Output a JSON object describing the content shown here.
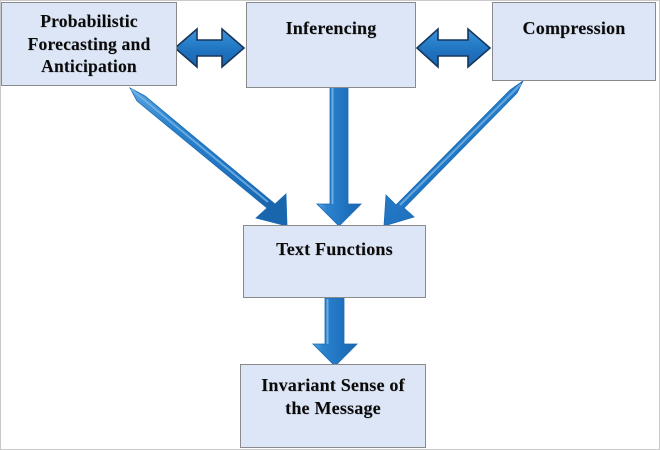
{
  "diagram": {
    "title": "Text Functions Process Diagram",
    "colors": {
      "node_fill": "#dce6f7",
      "node_border": "#8a8a8a",
      "arrow_fill": "#2379c7",
      "arrow_outline": "#1b3f70",
      "arrow_highlight": "#5ba3e0",
      "background": "#ffffff",
      "text": "#0a0a0a"
    },
    "nodes": [
      {
        "id": "forecasting",
        "label": "Probabilistic Forecasting and Anticipation",
        "lines": [
          "Probabilistic",
          "Forecasting and",
          "Anticipation"
        ]
      },
      {
        "id": "inferencing",
        "label": "Inferencing",
        "lines": [
          "Inferencing"
        ]
      },
      {
        "id": "compression",
        "label": "Compression",
        "lines": [
          "Compression"
        ]
      },
      {
        "id": "text-functions",
        "label": "Text Functions",
        "lines": [
          "Text Functions"
        ]
      },
      {
        "id": "invariant-sense",
        "label": "Invariant Sense of the Message",
        "lines": [
          "Invariant Sense of",
          "the Message"
        ]
      }
    ],
    "edges": [
      {
        "id": "forecasting-inferencing",
        "from": "forecasting",
        "to": "inferencing",
        "kind": "double-headed-horizontal"
      },
      {
        "id": "inferencing-compression",
        "from": "inferencing",
        "to": "compression",
        "kind": "double-headed-horizontal"
      },
      {
        "id": "forecasting-textfn",
        "from": "forecasting",
        "to": "text-functions",
        "kind": "single-headed-diagonal"
      },
      {
        "id": "inferencing-textfn",
        "from": "inferencing",
        "to": "text-functions",
        "kind": "single-headed-vertical"
      },
      {
        "id": "compression-textfn",
        "from": "compression",
        "to": "text-functions",
        "kind": "single-headed-diagonal"
      },
      {
        "id": "textfn-invariant",
        "from": "text-functions",
        "to": "invariant-sense",
        "kind": "single-headed-vertical"
      }
    ]
  }
}
